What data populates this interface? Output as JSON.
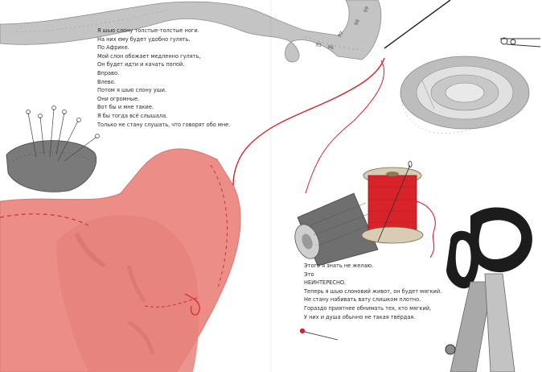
{
  "left_page": {
    "lines": [
      "Я шью слону толстые-толстые ноги.",
      "На них ему будет удобно гулять.",
      "По Африке.",
      "Мой слон обожает медленно гулять,",
      "Он будет идти и качать попой.",
      "Вправо.",
      "Влево.",
      "Потом я шью слону уши.",
      "Они огромные.",
      "Вот бы и мне такие.",
      "Я бы тогда всё слышала.",
      "Только не стану слушать, что говорят обо мне."
    ]
  },
  "right_page": {
    "lines": [
      "Этого я знать не желаю.",
      "Это",
      "НЕИНТЕРЕСНО.",
      "Теперь я шью слоновий живот, он будет мягкий.",
      "Не стану набивать вату слишком плотно.",
      "Гораздо приятнее обнимать тех, кто мягкий,",
      "У них и душа обычно не такая твёрдая."
    ]
  },
  "measuring_tape": {
    "numbers": [
      "95",
      "96",
      "97",
      "98",
      "99"
    ]
  },
  "colors": {
    "fabric_pink": "#ec8d87",
    "thread_red": "#d8232a",
    "tape_gray": "#b9b9b9",
    "scissors_black": "#1c1c1c"
  }
}
